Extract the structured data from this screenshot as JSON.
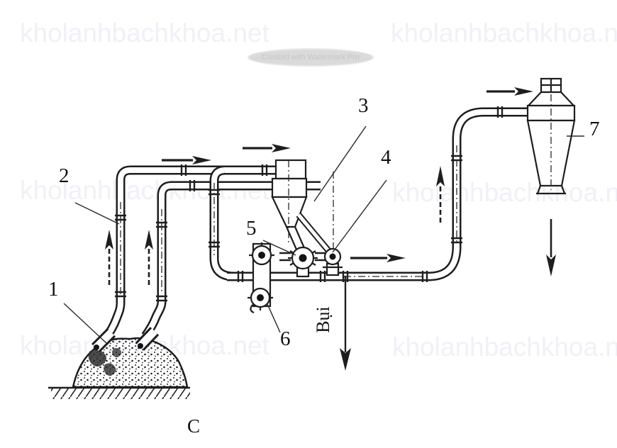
{
  "labels": {
    "part1": "1",
    "part2": "2",
    "part3": "3",
    "part4": "4",
    "part5": "5",
    "part6": "6",
    "part7": "7",
    "dust": "Bụi",
    "caption": "C"
  },
  "watermark": {
    "text_full": "kholanhbachkhoa.net",
    "text_truncated": "kholanhbachkhoa.n",
    "badge_text": "Created with Watermark Pro"
  },
  "colors": {
    "ink": "#1e1e1e",
    "paper": "#ffffff",
    "watermark_text": "#eff1f6",
    "badge_background": "#dadada"
  }
}
